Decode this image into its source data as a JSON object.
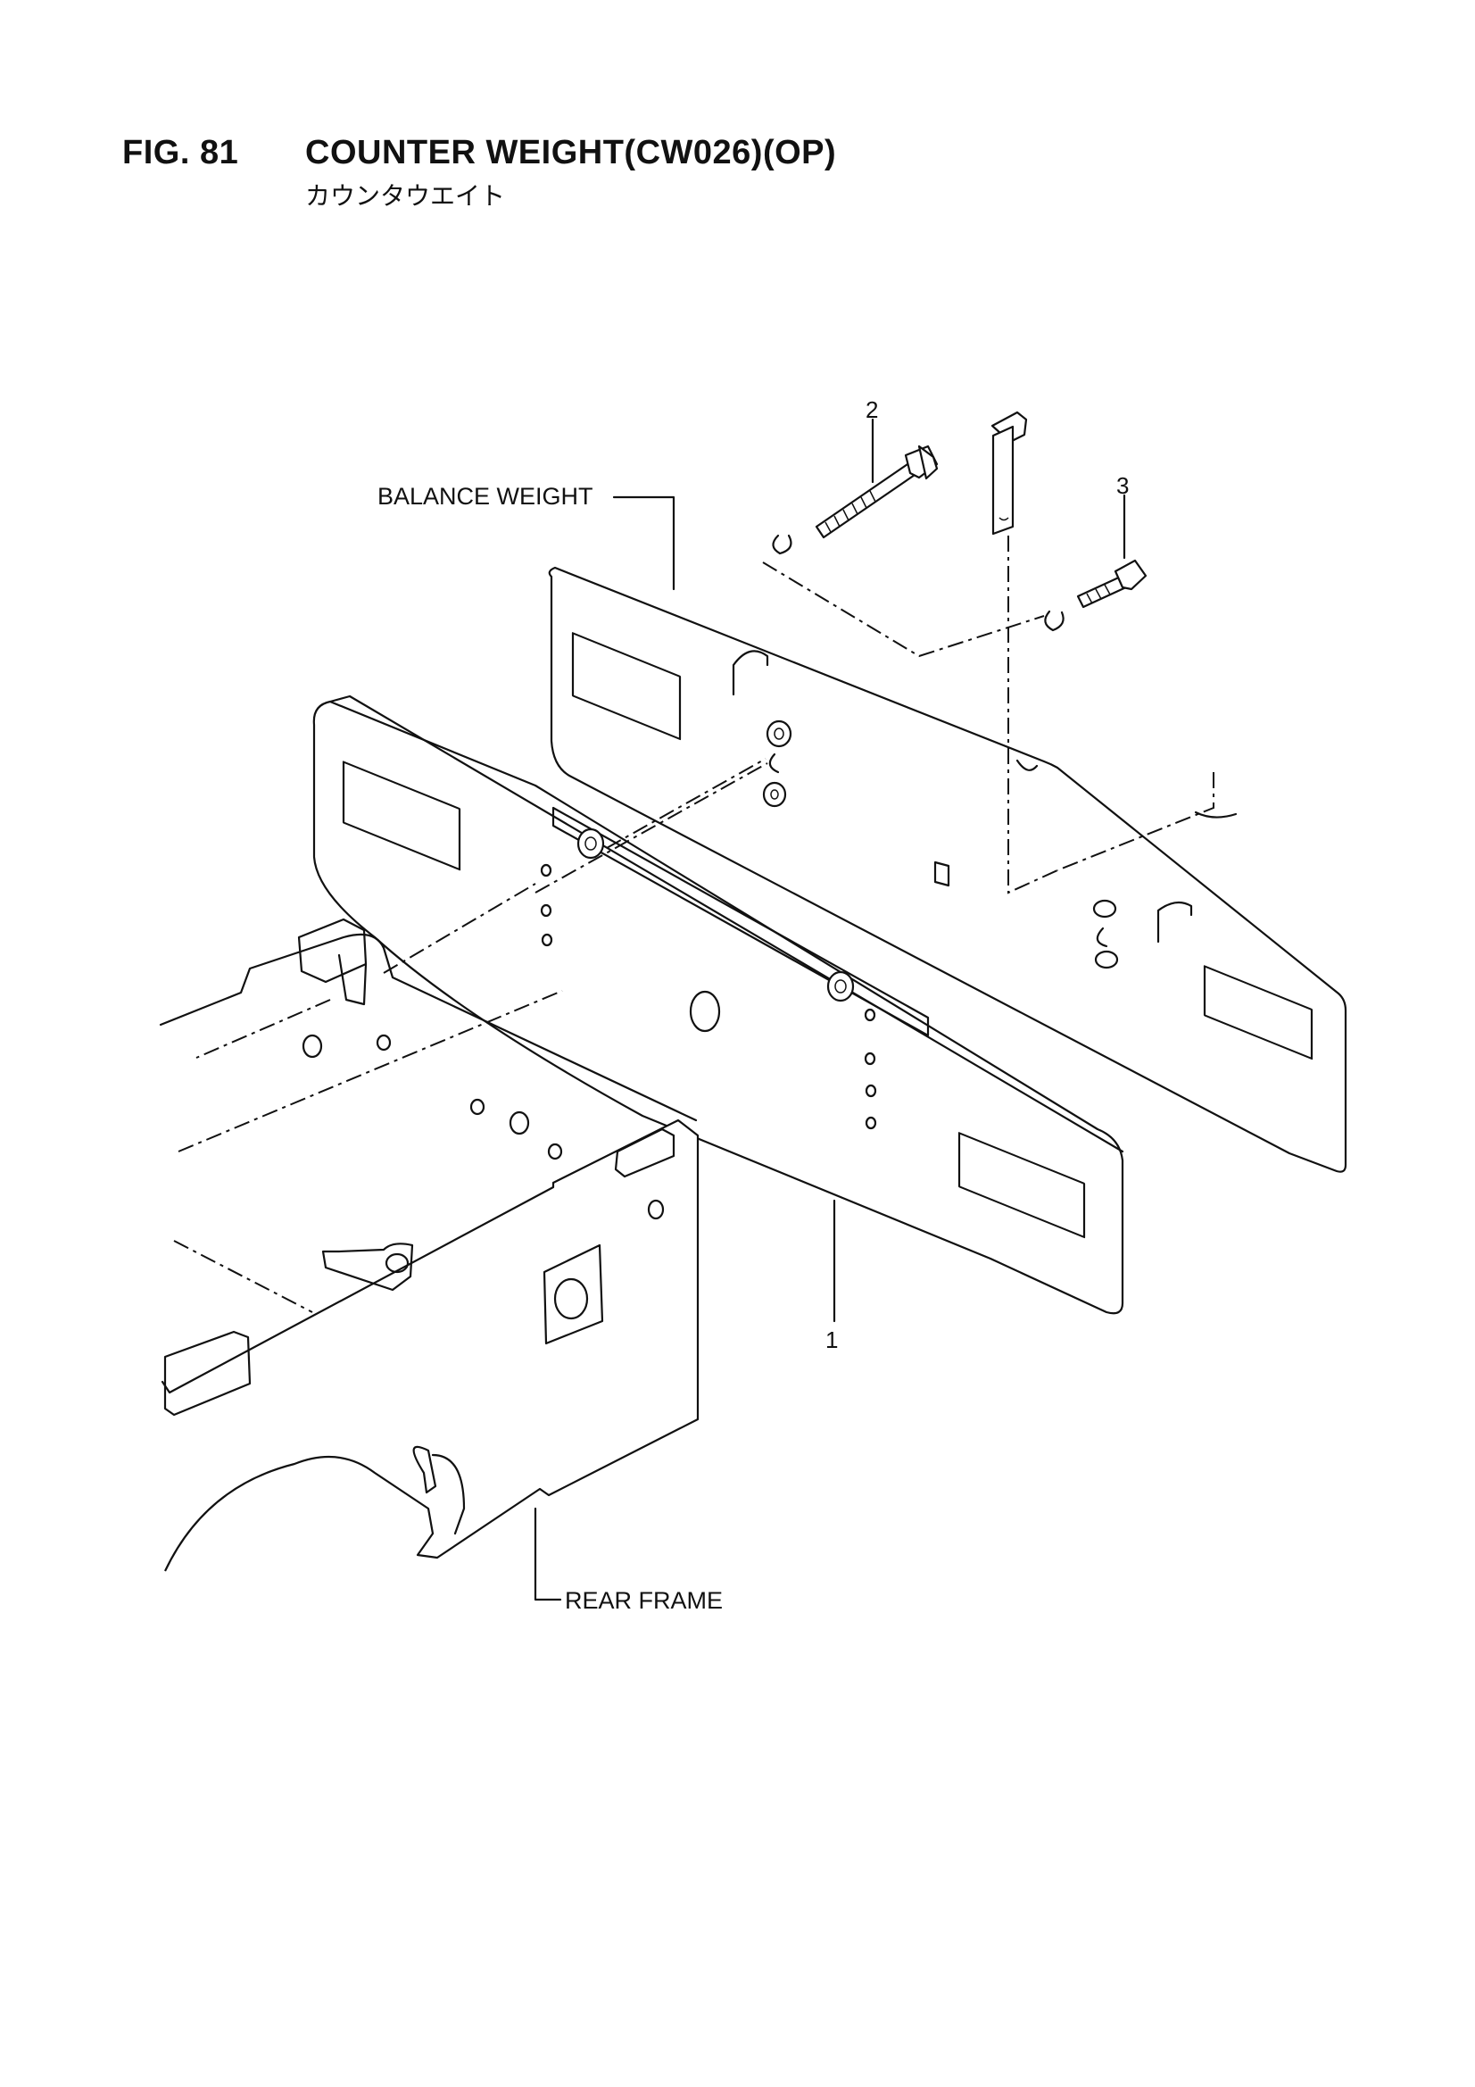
{
  "figure": {
    "number": "FIG. 81",
    "title": "COUNTER WEIGHT(CW026)(OP)",
    "subtitle": "カウンタウエイト"
  },
  "labels": {
    "balance_weight": "BALANCE WEIGHT",
    "rear_frame": "REAR FRAME"
  },
  "callouts": {
    "part_1": "1",
    "part_2": "2",
    "part_3": "3"
  }
}
